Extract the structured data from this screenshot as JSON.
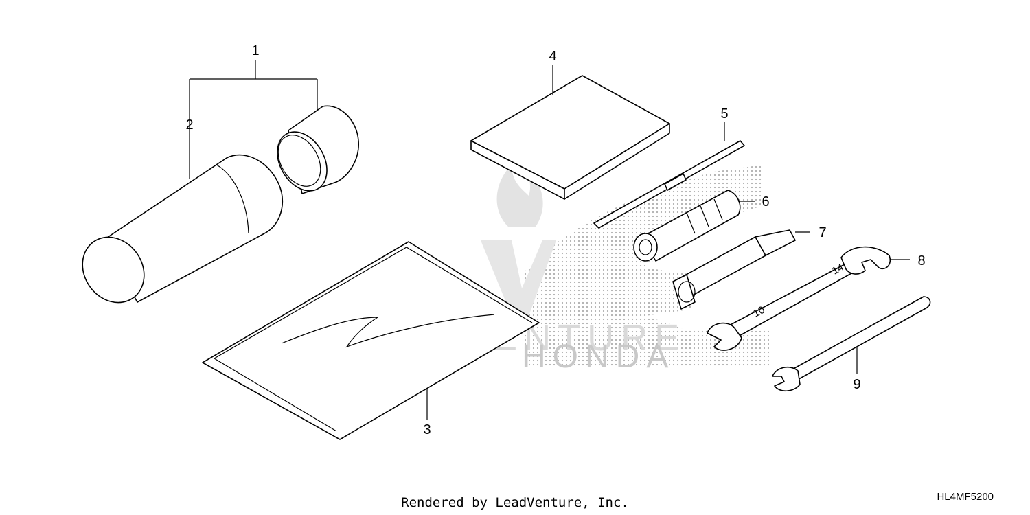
{
  "callouts": [
    "1",
    "2",
    "3",
    "4",
    "5",
    "6",
    "7",
    "8",
    "9"
  ],
  "watermark": {
    "text": "LEADVENTURE",
    "brand": "HONDA"
  },
  "wrench_markings": {
    "wrench_8_upper": "14",
    "wrench_8_lower": "10"
  },
  "footer": {
    "rendered_by": "Rendered by LeadVenture, Inc.",
    "diagram_code": "HL4MF5200"
  },
  "colors": {
    "line": "#000000",
    "watermark": "#d9d9d9",
    "halftone": "#9a9a9a"
  }
}
